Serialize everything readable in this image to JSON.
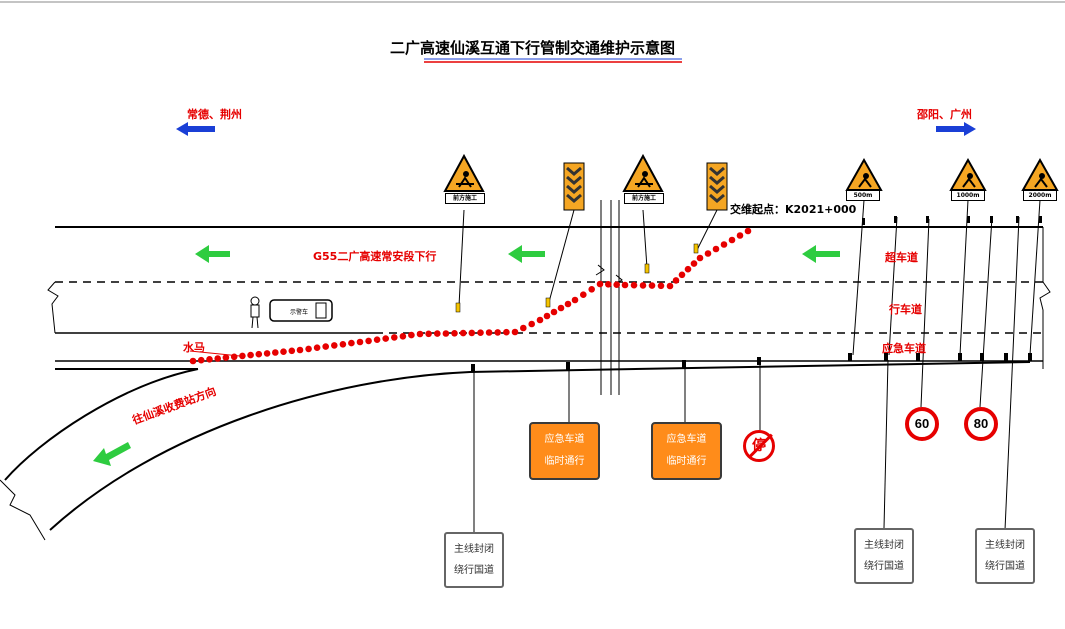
{
  "title": "二广高速仙溪互通下行管制交通维护示意图",
  "directions": {
    "left": "常德、荆州",
    "right": "邵阳、广州"
  },
  "start_point": "交维起点：K2021+000",
  "road_name": "G55二广高速常安段下行",
  "lanes": {
    "overtaking": "超车道",
    "driving": "行车道",
    "emergency": "应急车道"
  },
  "water_barrier": "水马",
  "exit_direction": "往仙溪收费站方向",
  "car_label": "示警车",
  "work_sign_labels": [
    "前方施工",
    "前方施工"
  ],
  "distance_signs": [
    "500m",
    "1000m",
    "2000m"
  ],
  "speed_limits": [
    "60",
    "80"
  ],
  "no_stop_char": "停",
  "orange_boxes": [
    {
      "line1": "应急车道",
      "line2": "临时通行"
    },
    {
      "line1": "应急车道",
      "line2": "临时通行"
    }
  ],
  "closure_boxes": [
    {
      "line1": "主线封闭",
      "line2": "绕行国道"
    },
    {
      "line1": "主线封闭",
      "line2": "绕行国道"
    },
    {
      "line1": "主线封闭",
      "line2": "绕行国道"
    }
  ],
  "colors": {
    "cone": "#e60000",
    "arrow_green": "#2ecc40",
    "arrow_blue": "#1a3fd6",
    "warning_yellow": "#f5a623",
    "orange_box": "#ff8c1a"
  }
}
